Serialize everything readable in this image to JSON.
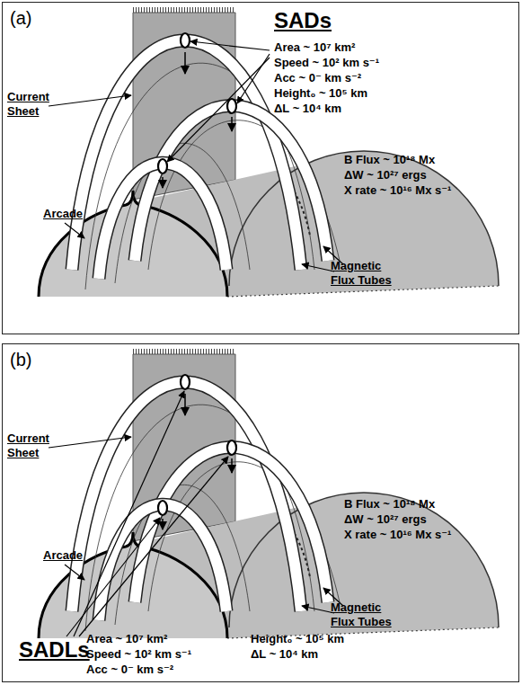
{
  "diagram": {
    "nodes": [
      {
        "text": [
          "(a)",
          "SADs",
          "Area ~ 10⁷ km²",
          "Speed ~ 10² km s⁻¹",
          "Acc ~ 0⁻ km s⁻²",
          "Height₀ ~ 10⁵ km",
          "ΔL ~ 10⁴ km",
          "B Flux ~ 10¹⁸ Mx",
          "ΔW ~ 10²⁷ ergs",
          "X rate ~ 10¹⁶ Mx s⁻¹"
        ]
      },
      {
        "text": [
          "(b)",
          "SADLs",
          "Area ~ 10⁷ km²",
          "Speed ~ 10² km s⁻¹",
          "Acc ~ 0⁻ km s⁻²",
          "Height₀ ~ 10⁵ km",
          "ΔL ~ 10⁴ km",
          "B Flux ~ 10¹⁸ Mx",
          "ΔW ~ 10²⁷ ergs",
          "X rate ~ 10¹⁶ Mx s⁻¹"
        ]
      }
    ],
    "labels": [
      "Current Sheet",
      "Arcade",
      "Magnetic Flux Tubes",
      "Current Sheet",
      "Arcade",
      "Magnetic Flux Tubes"
    ]
  }
}
